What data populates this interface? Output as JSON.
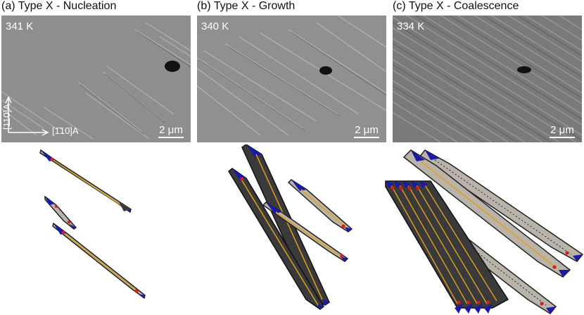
{
  "panels": [
    {
      "title": "(a) Type X - Nucleation",
      "temperature": "341 K",
      "scale_bar": "2 μm"
    },
    {
      "title": "(b) Type X - Growth",
      "temperature": "340 K",
      "scale_bar": "2 μm"
    },
    {
      "title": "(c) Type X - Coalescence",
      "temperature": "334 K",
      "scale_bar": "2 μm"
    }
  ],
  "axes": {
    "vertical": "[110]A",
    "horizontal": "[1̄10]A"
  },
  "colors": {
    "island_fill": "#b9b3a9",
    "island_dark": "#3a3a3a",
    "core_line": "#e0a020",
    "tip_blue": "#1a1aa8",
    "tip_red": "#d21e1e",
    "micrograph_bg": "#8d8d8d"
  }
}
